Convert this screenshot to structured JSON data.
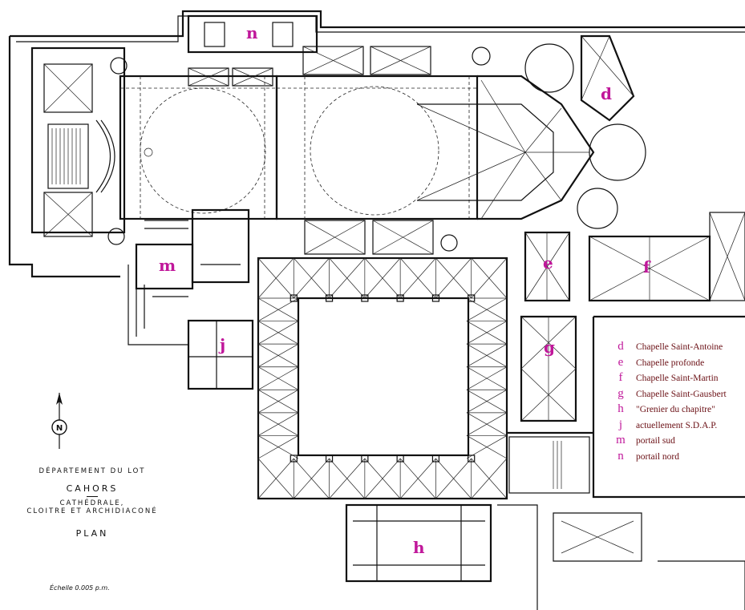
{
  "room_labels": {
    "d": "d",
    "e": "e",
    "f": "f",
    "g": "g",
    "h": "h",
    "j": "j",
    "m": "m",
    "n": "n"
  },
  "legend": [
    {
      "letter": "d",
      "text": "Chapelle Saint-Antoine"
    },
    {
      "letter": "e",
      "text": "Chapelle profonde"
    },
    {
      "letter": "f",
      "text": "Chapelle Saint-Martin"
    },
    {
      "letter": "g",
      "text": "Chapelle Saint-Gausbert"
    },
    {
      "letter": "h",
      "text": "\"Grenier du chapitre\""
    },
    {
      "letter": "j",
      "text": "actuellement S.D.A.P."
    },
    {
      "letter": "m",
      "text": "portail sud"
    },
    {
      "letter": "n",
      "text": "portail nord"
    }
  ],
  "title_block": {
    "line1": "DÉPARTEMENT DU LOT",
    "line2": "CAHORS",
    "line3": "CATHÉDRALE,",
    "line4": "CLOITRE ET ARCHIDIACONÉ",
    "line5": "PLAN"
  },
  "scale": "Échelle 0.005 p.m.",
  "compass": "N",
  "colors": {
    "label": "#c0179a",
    "legend_text": "#6a0f14",
    "ink": "#111111"
  }
}
